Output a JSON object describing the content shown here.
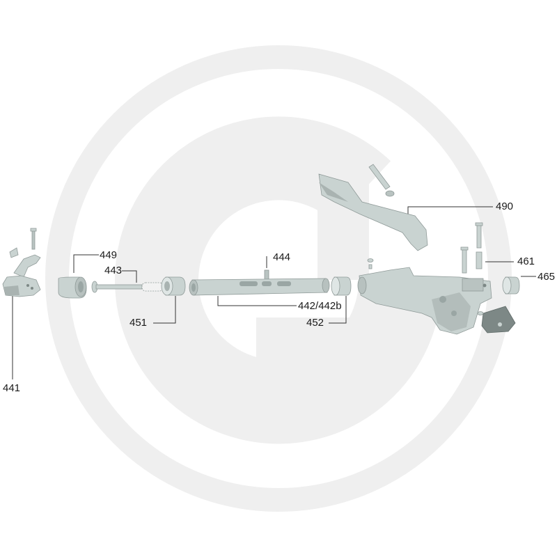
{
  "diagram": {
    "type": "exploded-parts-diagram",
    "watermark": {
      "description": "light grey circular G logo",
      "color": "#eeeeee"
    },
    "part_color": "#c9d3d1",
    "part_shadow": "#9aa6a4",
    "line_color": "#333333",
    "callouts": [
      {
        "id": "p441",
        "label": "441"
      },
      {
        "id": "p449",
        "label": "449"
      },
      {
        "id": "p443",
        "label": "443"
      },
      {
        "id": "p451",
        "label": "451"
      },
      {
        "id": "p444",
        "label": "444"
      },
      {
        "id": "p442",
        "label": "442/442b"
      },
      {
        "id": "p452",
        "label": "452"
      },
      {
        "id": "p490",
        "label": "490"
      },
      {
        "id": "p461",
        "label": "461"
      },
      {
        "id": "p465",
        "label": "465"
      }
    ]
  }
}
